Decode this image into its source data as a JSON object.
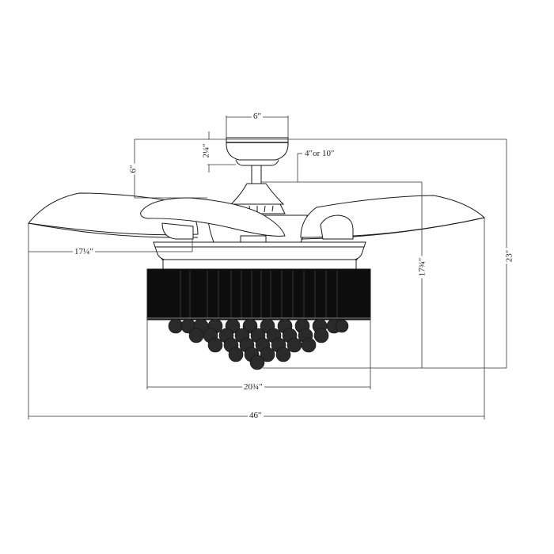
{
  "diagram": {
    "subject": "Ceiling fan with retractable blades and crystal chandelier light - dimension drawing",
    "line_color": "#1a1a1a",
    "background": "#ffffff",
    "dimensions": {
      "canopy_width": "6″",
      "canopy_height": "2¼″",
      "downrod": "4″or 10″",
      "ceiling_to_blade": "6″",
      "blade_to_light_left": "17¼″",
      "fan_body_to_bottom": "17¾″",
      "overall_height": "23″",
      "light_diameter": "20¾″",
      "overall_span": "46″"
    }
  }
}
